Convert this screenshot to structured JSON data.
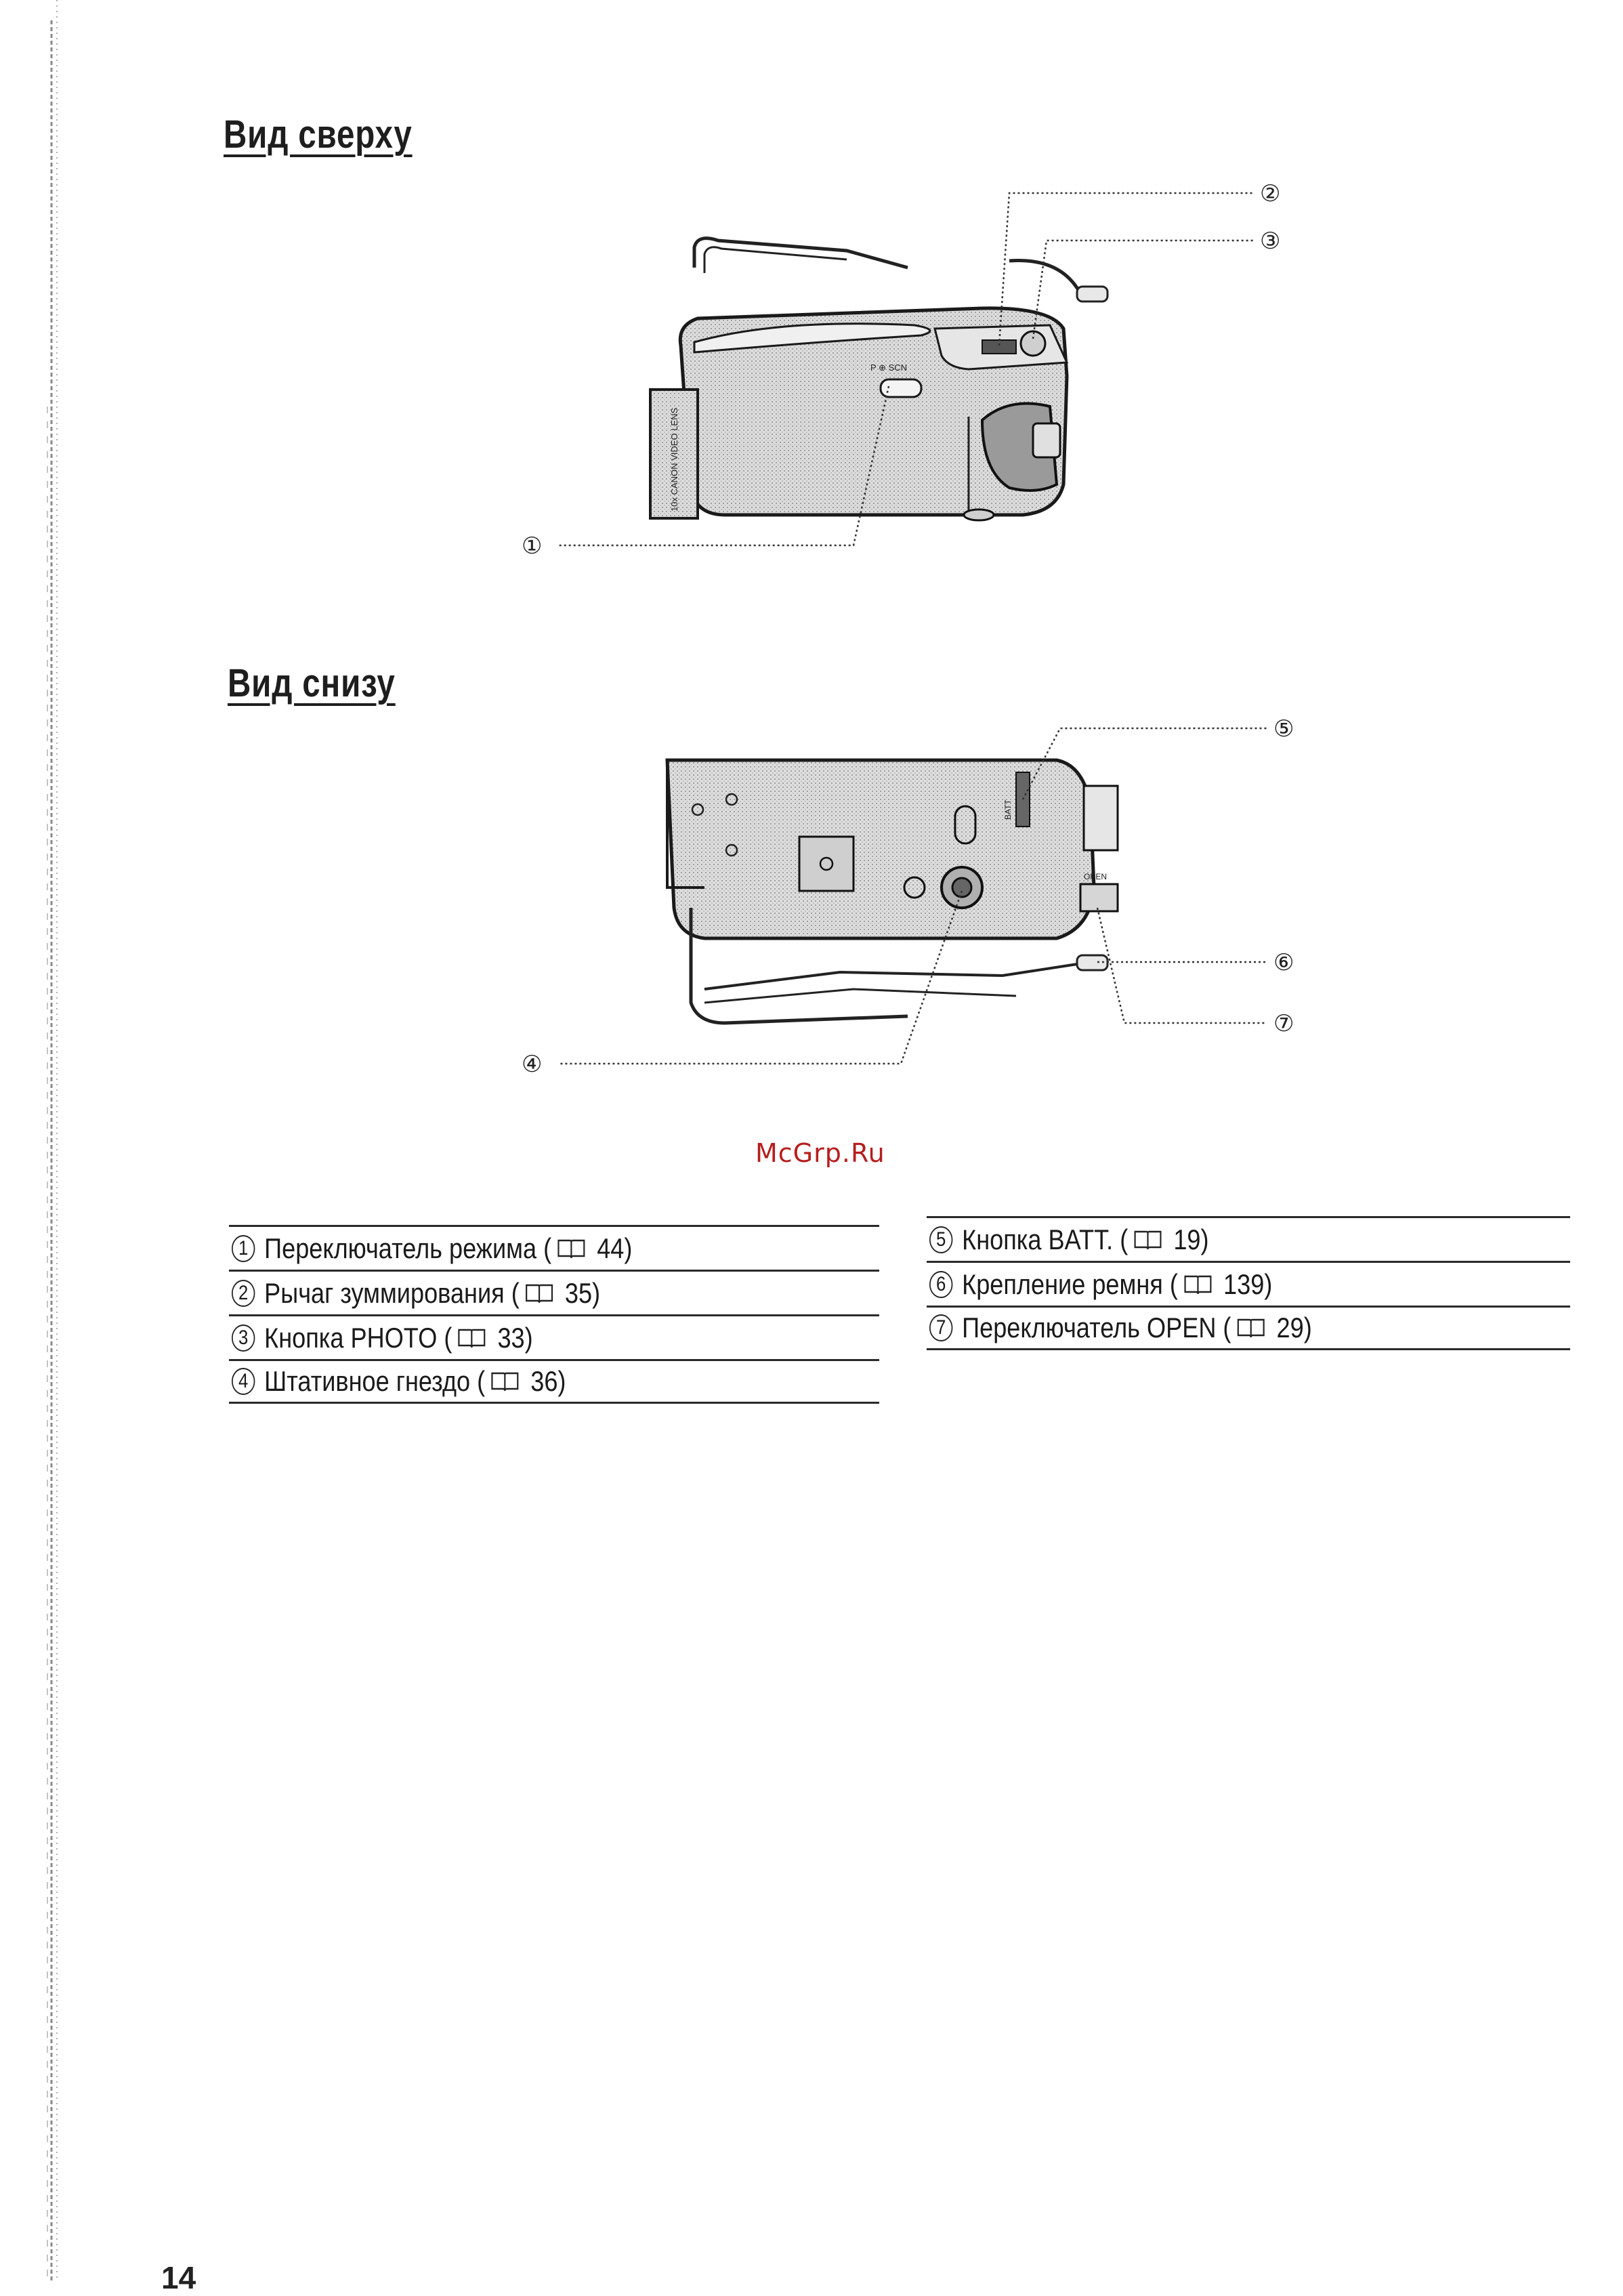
{
  "headings": {
    "top_view": "Вид сверху",
    "bottom_view": "Вид снизу"
  },
  "top_diagram": {
    "callouts": [
      "①",
      "②",
      "③"
    ],
    "engraving": {
      "mode_dial": "P ⊕ SCN",
      "side_text": "10x CANON VIDEO LENS"
    }
  },
  "bottom_diagram": {
    "callouts": [
      "④",
      "⑤",
      "⑥",
      "⑦"
    ],
    "engraving": {
      "batt": "BATT",
      "open": "OPEN"
    }
  },
  "watermark": "McGrp.Ru",
  "legend_left": [
    {
      "num": "1",
      "label": "Переключатель режима (",
      "page": "44)"
    },
    {
      "num": "2",
      "label": "Рычаг зуммирования (",
      "page": "35)"
    },
    {
      "num": "3",
      "label": "Кнопка PHOTO (",
      "page": "33)"
    },
    {
      "num": "4",
      "label": "Штативное гнездо (",
      "page": "36)"
    }
  ],
  "legend_right": [
    {
      "num": "5",
      "label": "Кнопка BATT. (",
      "page": "19)"
    },
    {
      "num": "6",
      "label": "Крепление ремня (",
      "page": "139)"
    },
    {
      "num": "7",
      "label": "Переключатель OPEN (",
      "page": "29)"
    }
  ],
  "page_number": "14",
  "icon": "book-reference-icon"
}
